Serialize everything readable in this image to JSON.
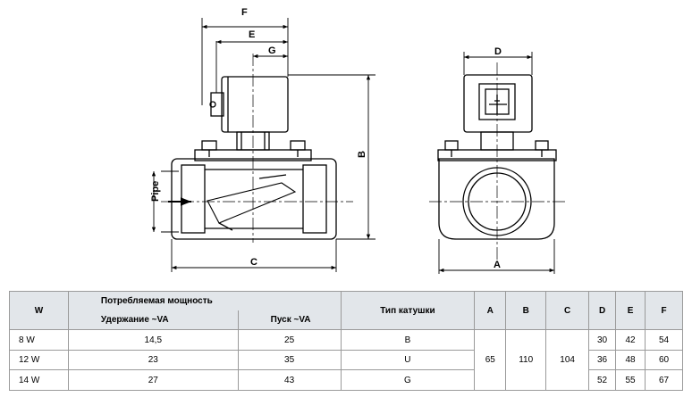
{
  "drawing": {
    "side_view": {
      "dims": {
        "F": "F",
        "E": "E",
        "G": "G",
        "B": "B",
        "C": "C"
      },
      "pipe_label": "Pipe"
    },
    "front_view": {
      "dims": {
        "D": "D",
        "A": "A"
      }
    }
  },
  "table": {
    "col_w": "W",
    "power_header": "Потребляемая мощность",
    "hold_header": "Удержание ~VA",
    "start_header": "Пуск ~VA",
    "coil_header": "Тип катушки",
    "dim_headers": [
      "A",
      "B",
      "C",
      "D",
      "E",
      "F"
    ],
    "shared": {
      "A": "65",
      "B": "110",
      "C": "104"
    },
    "rows": [
      {
        "w": "8 W",
        "hold": "14,5",
        "start": "25",
        "coil": "B",
        "D": "30",
        "E": "42",
        "F": "54"
      },
      {
        "w": "12 W",
        "hold": "23",
        "start": "35",
        "coil": "U",
        "D": "36",
        "E": "48",
        "F": "60"
      },
      {
        "w": "14 W",
        "hold": "27",
        "start": "43",
        "coil": "G",
        "D": "52",
        "E": "55",
        "F": "67"
      }
    ]
  }
}
